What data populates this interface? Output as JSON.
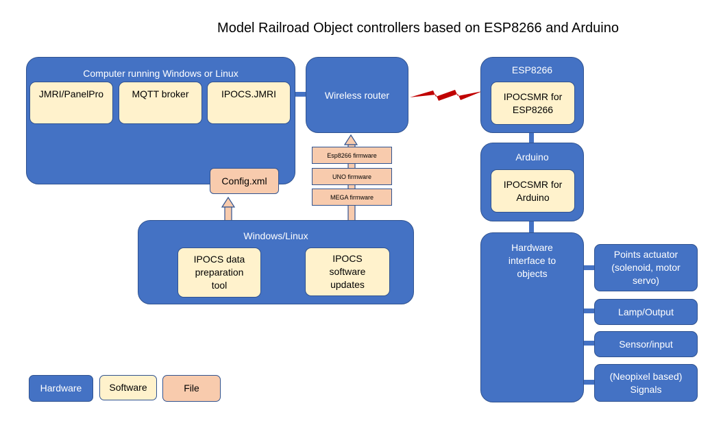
{
  "title": "Model Railroad Object controllers based on ESP8266 and Arduino",
  "computer": {
    "label": "Computer  running Windows or Linux",
    "jmri": "JMRI/PanelPro",
    "mqtt": "MQTT broker",
    "ipocs_jmri": "IPOCS.JMRI",
    "config": "Config.xml"
  },
  "router": {
    "label": "Wireless router"
  },
  "firmware": {
    "esp": "Esp8266 firmware",
    "uno": "UNO firmware",
    "mega": "MEGA firmware"
  },
  "winlinux": {
    "label": "Windows/Linux",
    "prep_tool": "IPOCS data preparation tool",
    "updates": "IPOCS software updates"
  },
  "esp8266": {
    "label": "ESP8266",
    "smr": "IPOCSMR for ESP8266"
  },
  "arduino": {
    "label": "Arduino",
    "smr": "IPOCSMR for Arduino"
  },
  "hwif": {
    "label": "Hardware interface to objects"
  },
  "objects": {
    "points": "Points actuator (solenoid, motor servo)",
    "lamp": "Lamp/Output",
    "sensor": "Sensor/input",
    "signals": "(Neopixel based) Signals"
  },
  "legend": {
    "hardware": "Hardware",
    "software": "Software",
    "file": "File"
  },
  "colors": {
    "hardware": "#4472c4",
    "software": "#fff2cc",
    "file": "#f8cbad",
    "border": "#2f528f",
    "wireless": "#c00000"
  }
}
